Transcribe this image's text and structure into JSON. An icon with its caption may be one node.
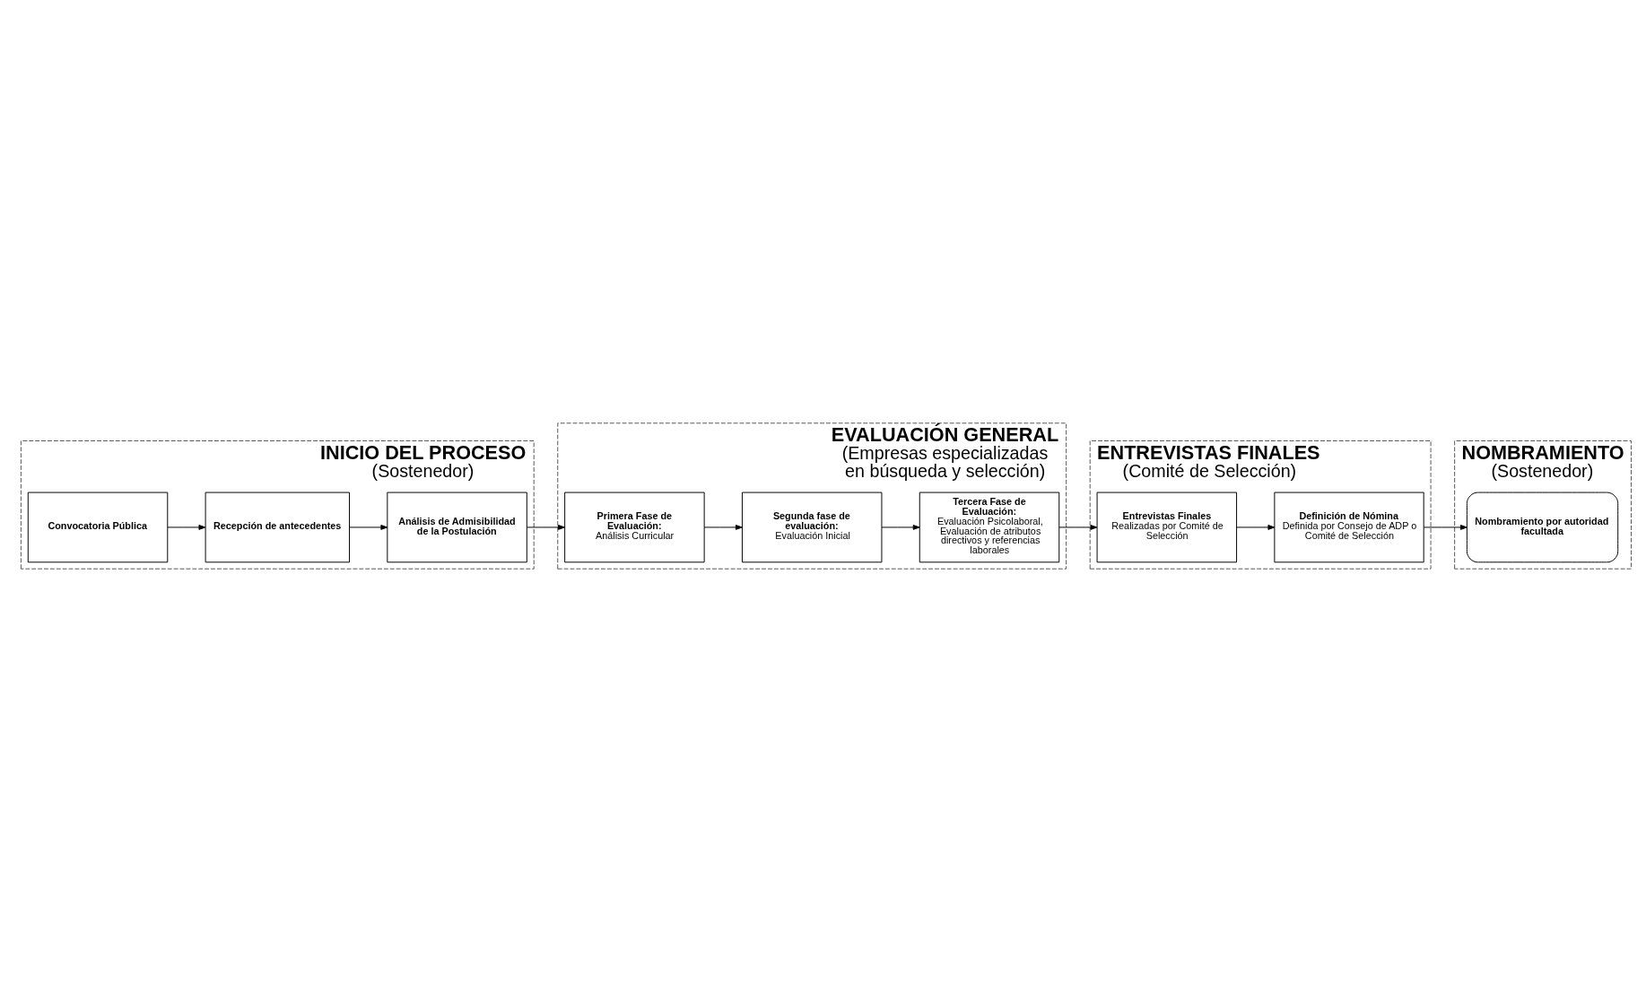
{
  "diagram": {
    "nodes": [
      {
        "text": [
          "INICIO DEL PROCESO",
          "(Sostenedor)"
        ]
      },
      {
        "text": [
          "Convocatoria Pública"
        ],
        "in": 0
      },
      {
        "text": [
          "Recepción de antecedentes"
        ],
        "in": 0
      },
      {
        "text": [
          "Análisis de Admisibilidad de la Postulación"
        ],
        "in": 0
      },
      {
        "text": [
          "EVALUACIÓN GENERAL",
          "(Empresas especializadas en búsqueda y selección)"
        ]
      },
      {
        "text": [
          "Primera Fase de Evaluación:",
          "Análisis Curricular"
        ],
        "in": 4
      },
      {
        "text": [
          "Segunda fase de evaluación:",
          "Evaluación Inicial"
        ],
        "in": 4
      },
      {
        "text": [
          "Tercera Fase de Evaluación:",
          "Evaluación Psicolaboral, Evaluación de atributos directivos y referencias laborales"
        ],
        "in": 4
      },
      {
        "text": [
          "ENTREVISTAS FINALES",
          "(Comité de Selección)"
        ]
      },
      {
        "text": [
          "Entrevistas Finales",
          "Realizadas por Comité de Selección"
        ],
        "in": 8
      },
      {
        "text": [
          "Definición de Nómina",
          "Definida por Consejo de ADP o Comité de Selección"
        ],
        "in": 8
      },
      {
        "text": [
          "NOMBRAMIENTO",
          "(Sostenedor)"
        ]
      },
      {
        "text": [
          "Nombramiento por autoridad facultada"
        ],
        "in": 11
      }
    ],
    "edges": [
      {
        "from": 1,
        "to": 2,
        "arrow": "to"
      },
      {
        "from": 2,
        "to": 3,
        "arrow": "to"
      },
      {
        "from": 3,
        "to": 5,
        "arrow": "to"
      },
      {
        "from": 5,
        "to": 6,
        "arrow": "to"
      },
      {
        "from": 6,
        "to": 7,
        "arrow": "to"
      },
      {
        "from": 7,
        "to": 9,
        "arrow": "to"
      },
      {
        "from": 9,
        "to": 10,
        "arrow": "to"
      },
      {
        "from": 10,
        "to": 12,
        "arrow": "to"
      }
    ]
  }
}
